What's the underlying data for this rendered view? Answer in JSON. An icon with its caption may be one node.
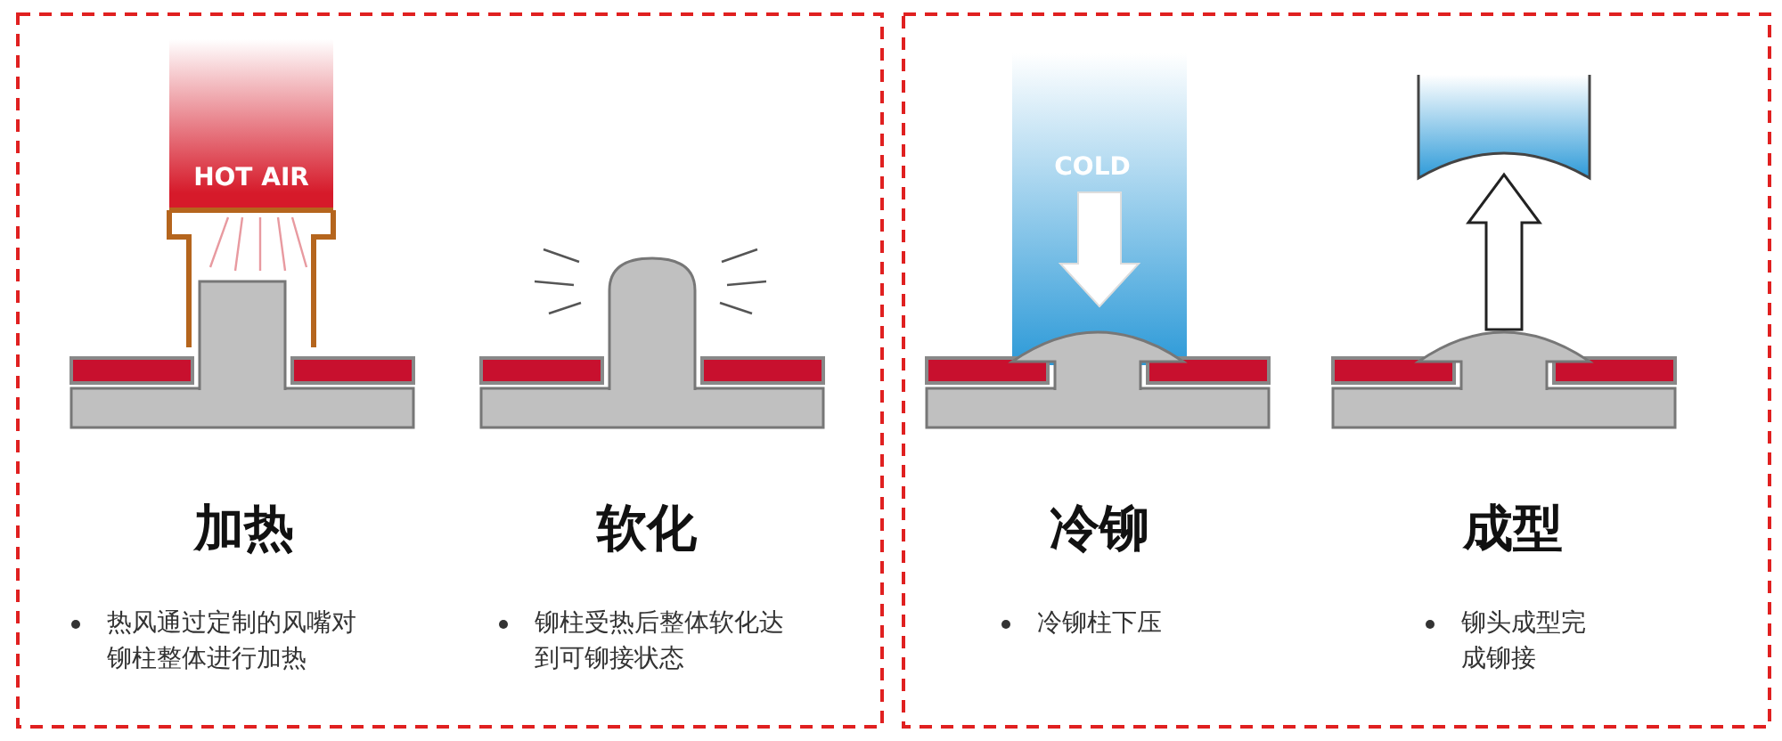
{
  "diagram": {
    "labels": [
      "HOT AIR",
      "COLD",
      "加热",
      "软化",
      "冷铆",
      "成型",
      "热风通过定制的风嘴对铆柱整体进行加热",
      "铆柱受热后整体软化达到可铆接状态",
      "冷铆柱下压",
      "铆头成型完成铆接"
    ]
  }
}
